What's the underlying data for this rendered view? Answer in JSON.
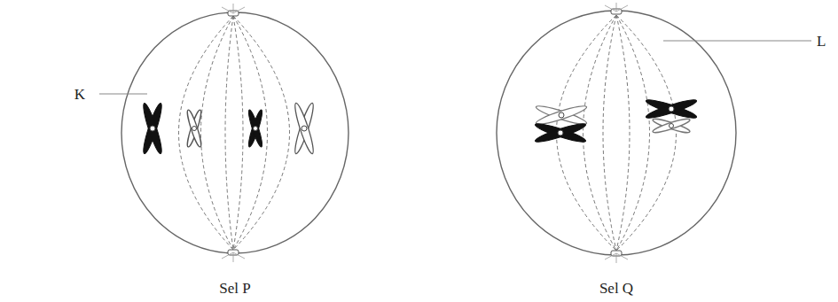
{
  "diagram": {
    "labels": [
      "K",
      "L",
      "Sel P",
      "Sel Q"
    ]
  }
}
